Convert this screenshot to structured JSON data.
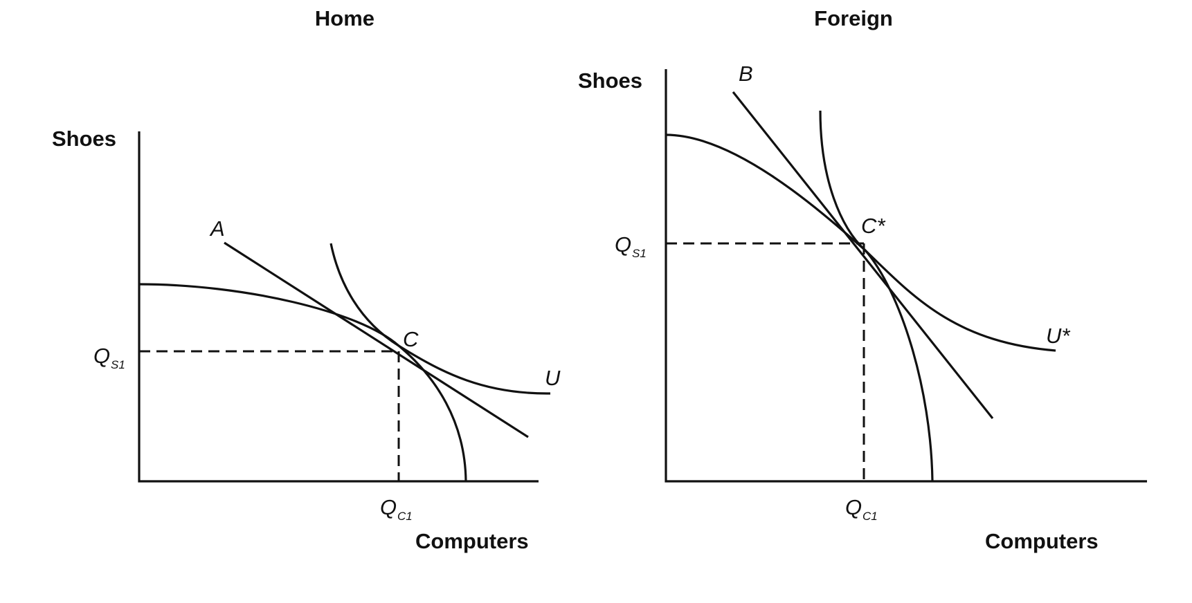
{
  "home": {
    "title": "Home",
    "y_axis_label": "Shoes",
    "x_axis_label": "Computers",
    "qs1_main": "Q",
    "qs1_sub": "S1",
    "qc1_main": "Q",
    "qc1_sub": "C1",
    "tangent_label": "A",
    "point_label": "C",
    "indifference_label": "U"
  },
  "foreign": {
    "title": "Foreign",
    "y_axis_label": "Shoes",
    "x_axis_label": "Computers",
    "qs1_main": "Q",
    "qs1_sub": "S1",
    "qc1_main": "Q",
    "qc1_sub": "C1",
    "tangent_label": "B",
    "point_label": "C*",
    "indifference_label": "U*"
  }
}
